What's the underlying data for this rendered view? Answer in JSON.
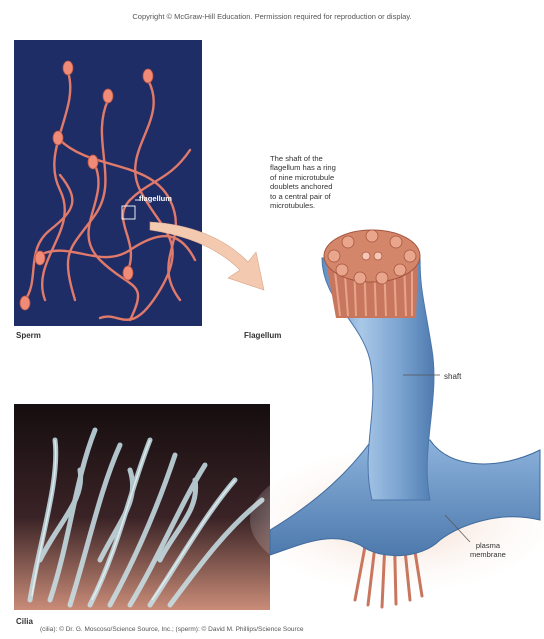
{
  "copyright": "Copyright © McGraw-Hill Education. Permission required for reproduction or display.",
  "labels": {
    "sperm": "Sperm",
    "flagellum_caption": "Flagellum",
    "flagellum_micrograph": "flagellum",
    "cilia": "Cilia",
    "shaft": "shaft",
    "plasma_membrane_line1": "plasma",
    "plasma_membrane_line2": "membrane"
  },
  "note": {
    "line1": "The shaft of the",
    "line2": "flagellum has a ring",
    "line3": "of nine microtubule",
    "line4": "doublets anchored",
    "line5": "to a central pair of",
    "line6": "microtubules."
  },
  "credit": "(cilia): © Dr. G. Moscoso/Science Source, Inc.; (sperm): © David M. Phillips/Science Source",
  "colors": {
    "sperm_bg": "#1f2d66",
    "sperm": "#e07a6a",
    "shaft_blue": "#7fa8d4",
    "microtubule": "#c8775e",
    "arrow": "#f3c9b0",
    "cilia_bg": "#2a1a1a",
    "cilia": "#c9e3ea"
  }
}
